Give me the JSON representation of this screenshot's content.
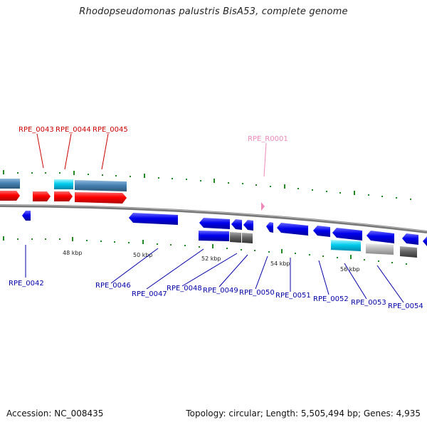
{
  "title": "Rhodopseudomonas palustris BisA53, complete genome",
  "footer": {
    "accession": "Accession: NC_008435",
    "stats": "Topology: circular; Length: 5,505,494 bp; Genes: 4,935"
  },
  "colors": {
    "label_red": "#cc0000",
    "label_blue": "#0000aa",
    "label_pink": "#ee88bb",
    "gene_red": "#ff0000",
    "gene_blue": "#0000ee",
    "gene_steel": "#4682b4",
    "gene_cyan": "#00ccee",
    "gene_gray": "#666666",
    "gene_lightgray": "#bbbbbb",
    "backbone": "#888888",
    "tick_green": "#228822"
  },
  "kbp_ticks": [
    "48 kbp",
    "50 kbp",
    "52 kbp",
    "54 kbp",
    "56 kbp"
  ],
  "labels": {
    "top_red": [
      "RPE_0043",
      "RPE_0044",
      "RPE_0045"
    ],
    "top_pink": "RPE_R0001",
    "bottom_blue": [
      "RPE_0042",
      "RPE_0046",
      "RPE_0047",
      "RPE_0048",
      "RPE_0049",
      "RPE_0050",
      "RPE_0051",
      "RPE_0052",
      "RPE_0053",
      "RPE_0054"
    ]
  }
}
